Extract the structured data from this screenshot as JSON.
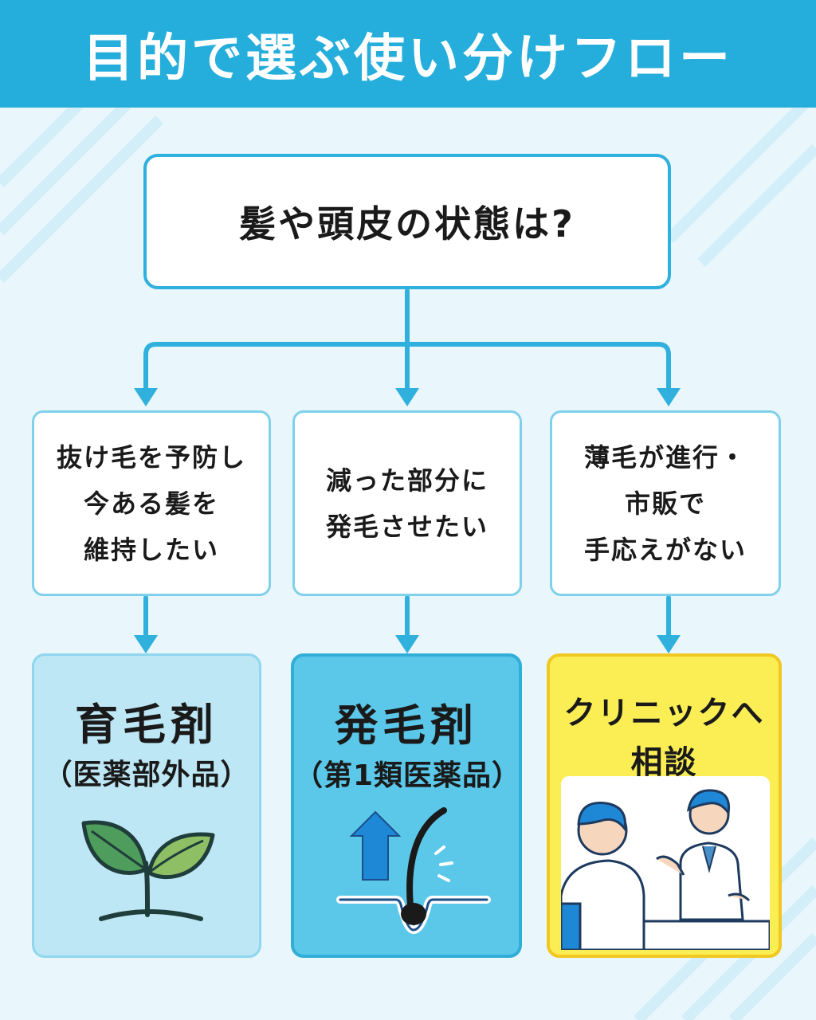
{
  "header": {
    "title": "目的で選ぶ使い分けフロー"
  },
  "question": {
    "text": "髪や頭皮の状態は?"
  },
  "conditions": [
    {
      "lines": [
        "抜け毛を予防し",
        "今ある髪を",
        "維持したい"
      ]
    },
    {
      "lines": [
        "減った部分に",
        "発毛させたい"
      ]
    },
    {
      "lines": [
        "薄毛が進行・",
        "市販で",
        "手応えがない"
      ]
    }
  ],
  "results": [
    {
      "title": "育毛剤",
      "subtitle": "（医薬部外品）",
      "icon": "sprout-icon"
    },
    {
      "title": "発毛剤",
      "subtitle": "（第1類医薬品）",
      "icon": "hair-growth-icon"
    },
    {
      "title_lines": [
        "クリニックへ",
        "相談"
      ],
      "icon": "doctor-consultation-icon"
    }
  ],
  "colors": {
    "header": "#25aedb",
    "background": "#e9f6fb",
    "line": "#2fb0dd",
    "result_light_blue": "#bde7f5",
    "result_blue": "#5bc8ea",
    "result_yellow": "#fbee54"
  }
}
